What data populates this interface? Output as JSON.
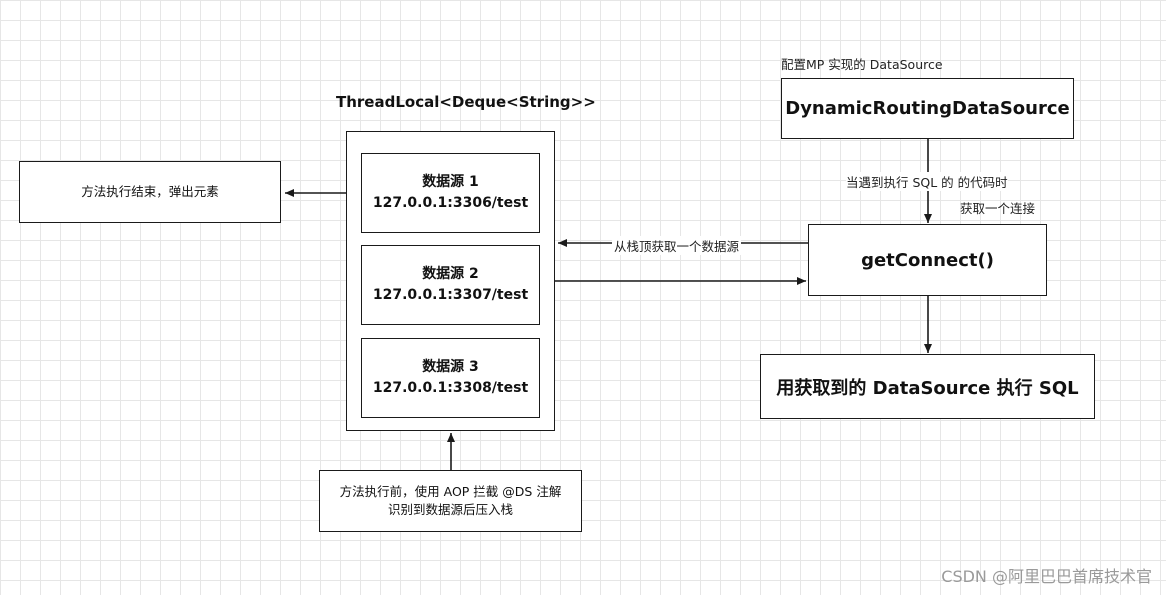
{
  "stack_title": "ThreadLocal<Deque<String>>",
  "datasources": [
    {
      "name": "数据源 1",
      "url": "127.0.0.1:3306/test"
    },
    {
      "name": "数据源 2",
      "url": "127.0.0.1:3307/test"
    },
    {
      "name": "数据源 3",
      "url": "127.0.0.1:3308/test"
    }
  ],
  "pop_box": "方法执行结束，弹出元素",
  "push_box": {
    "line1": "方法执行前，使用 AOP 拦截 @DS 注解",
    "line2": "识别到数据源后压入栈"
  },
  "mp_label": "配置MP 实现的 DataSource",
  "dynamic_box": "DynamicRoutingDataSource",
  "encounter_label": "当遇到执行 SQL 的 的代码时",
  "get_conn_label": "获取一个连接",
  "get_connect_box": "getConnect()",
  "stack_top_label": "从栈顶获取一个数据源",
  "execute_box": "用获取到的 DataSource 执行 SQL",
  "watermark": "CSDN @阿里巴巴首席技术官"
}
